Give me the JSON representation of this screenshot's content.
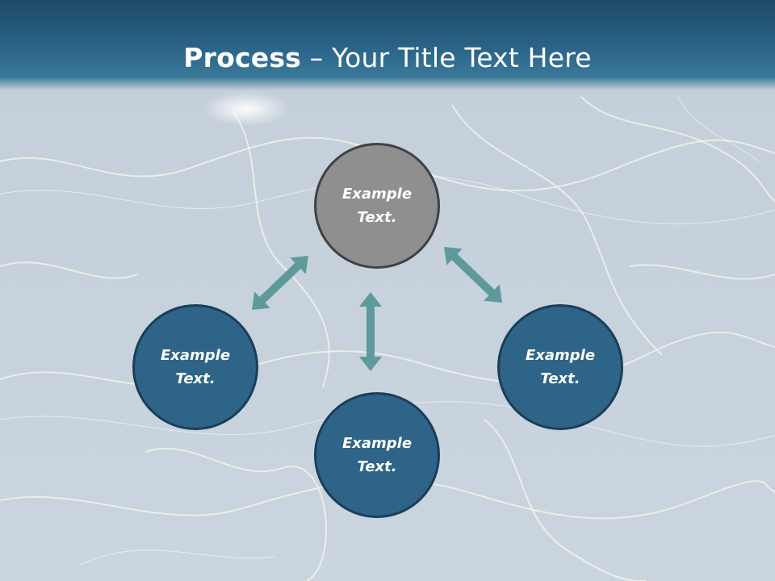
{
  "title": {
    "bold": "Process",
    "rest": " – Your Title Text Here"
  },
  "nodes": [
    {
      "label": "Example\nText.",
      "color": "#8f8f8f"
    },
    {
      "label": "Example\nText.",
      "color": "#2e6487"
    },
    {
      "label": "Example\nText.",
      "color": "#2e6487"
    },
    {
      "label": "Example\nText.",
      "color": "#2e6487"
    }
  ],
  "colors": {
    "header": "#2b6589",
    "arrow": "#5e9a9c",
    "node_blue": "#2e6487",
    "node_gray": "#8f8f8f",
    "background": "#c7d2dd"
  }
}
